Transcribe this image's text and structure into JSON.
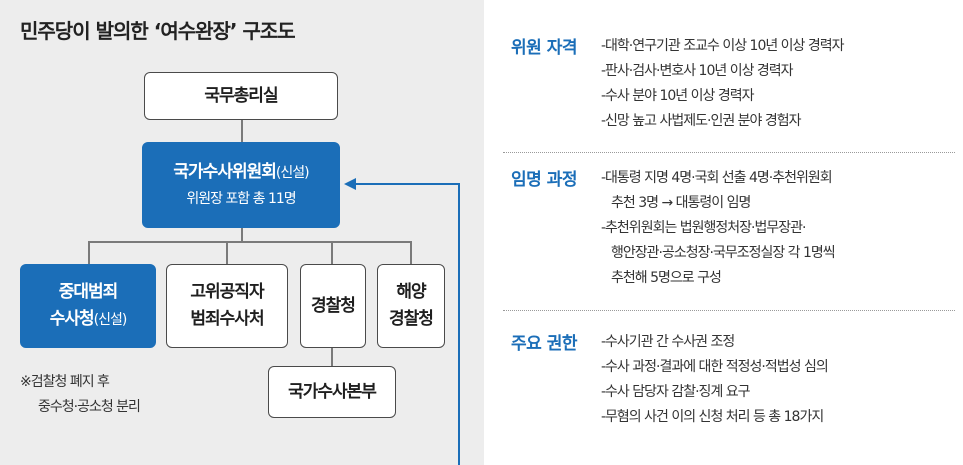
{
  "title": "민주당이 발의한 ‘여수완장’ 구조도",
  "org": {
    "pm_office": "국무총리실",
    "commission": {
      "name": "국가수사위원회",
      "tag": "(신설)",
      "desc": "위원장 포함 총 11명"
    },
    "sci": {
      "line1": "중대범죄",
      "line2": "수사청",
      "tag": "(신설)"
    },
    "cio": {
      "line1": "고위공직자",
      "line2": "범죄수사처"
    },
    "police": "경찰청",
    "coast": {
      "line1": "해양",
      "line2": "경찰청"
    },
    "nib": "국가수사본부"
  },
  "note": {
    "line1": "※검찰청 폐지 후",
    "line2": "중수청·공소청 분리"
  },
  "accent_color": "#1b6eb8",
  "sections": [
    {
      "heading": "위원 자격",
      "items": [
        {
          "text": "-대학·연구기관 조교수 이상 10년 이상 경력자"
        },
        {
          "text": "-판사·검사·변호사 10년 이상 경력자"
        },
        {
          "text": "-수사 분야 10년 이상 경력자"
        },
        {
          "text": "-신망 높고 사법제도·인권 분야 경험자"
        }
      ]
    },
    {
      "heading": "임명 과정",
      "items": [
        {
          "text": "-대통령 지명 4명·국회 선출 4명·추천위원회",
          "cont": "추천 3명 → 대통령이 임명"
        },
        {
          "text": "-추천위원회는 법원행정처장·법무장관·",
          "cont": "행안장관·공소청장·국무조정실장 각 1명씩",
          "cont2": "추천해 5명으로 구성"
        }
      ]
    },
    {
      "heading": "주요 권한",
      "items": [
        {
          "text": "-수사기관 간 수사권 조정"
        },
        {
          "text": "-수사 과정·결과에 대한 적정성·적법성 심의"
        },
        {
          "text": "-수사 담당자 감찰·징계 요구"
        },
        {
          "text": "-무혐의 사건 이의 신청 처리 등 총 18가지"
        }
      ]
    }
  ]
}
